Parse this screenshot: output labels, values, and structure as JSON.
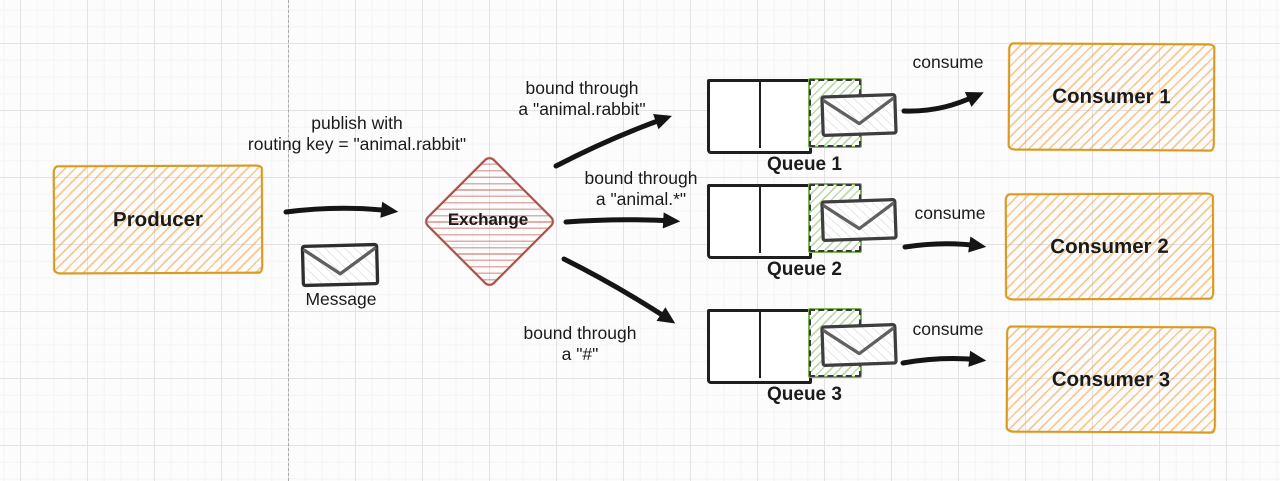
{
  "nodes": {
    "producer": {
      "label": "Producer"
    },
    "message": {
      "label": "Message",
      "icon": "envelope-icon"
    },
    "exchange": {
      "label": "Exchange"
    },
    "queues": [
      {
        "label": "Queue 1",
        "icon": "envelope-icon"
      },
      {
        "label": "Queue 2",
        "icon": "envelope-icon"
      },
      {
        "label": "Queue 3",
        "icon": "envelope-icon"
      }
    ],
    "consumers": [
      {
        "label": "Consumer 1"
      },
      {
        "label": "Consumer 2"
      },
      {
        "label": "Consumer 3"
      }
    ]
  },
  "edges": {
    "publish": {
      "line1": "publish with",
      "line2": "routing key = \"animal.rabbit\""
    },
    "bindings": [
      {
        "line1": "bound through",
        "line2": "a \"animal.rabbit\""
      },
      {
        "line1": "bound through",
        "line2": "a \"animal.*\""
      },
      {
        "line1": "bound through",
        "line2": "a \"#\""
      }
    ],
    "consume": [
      {
        "label": "consume"
      },
      {
        "label": "consume"
      },
      {
        "label": "consume"
      }
    ]
  },
  "colors": {
    "box_orange": "#d8991c",
    "hatch_orange": "#eea246",
    "exchange_red": "#ad4e49",
    "queue_green": "#7cb454",
    "stroke_black": "#1f1f1f",
    "envelope_gray": "#3e3e3e",
    "grid_major": "#e2e2e2",
    "grid_minor": "#f4f4f4"
  }
}
